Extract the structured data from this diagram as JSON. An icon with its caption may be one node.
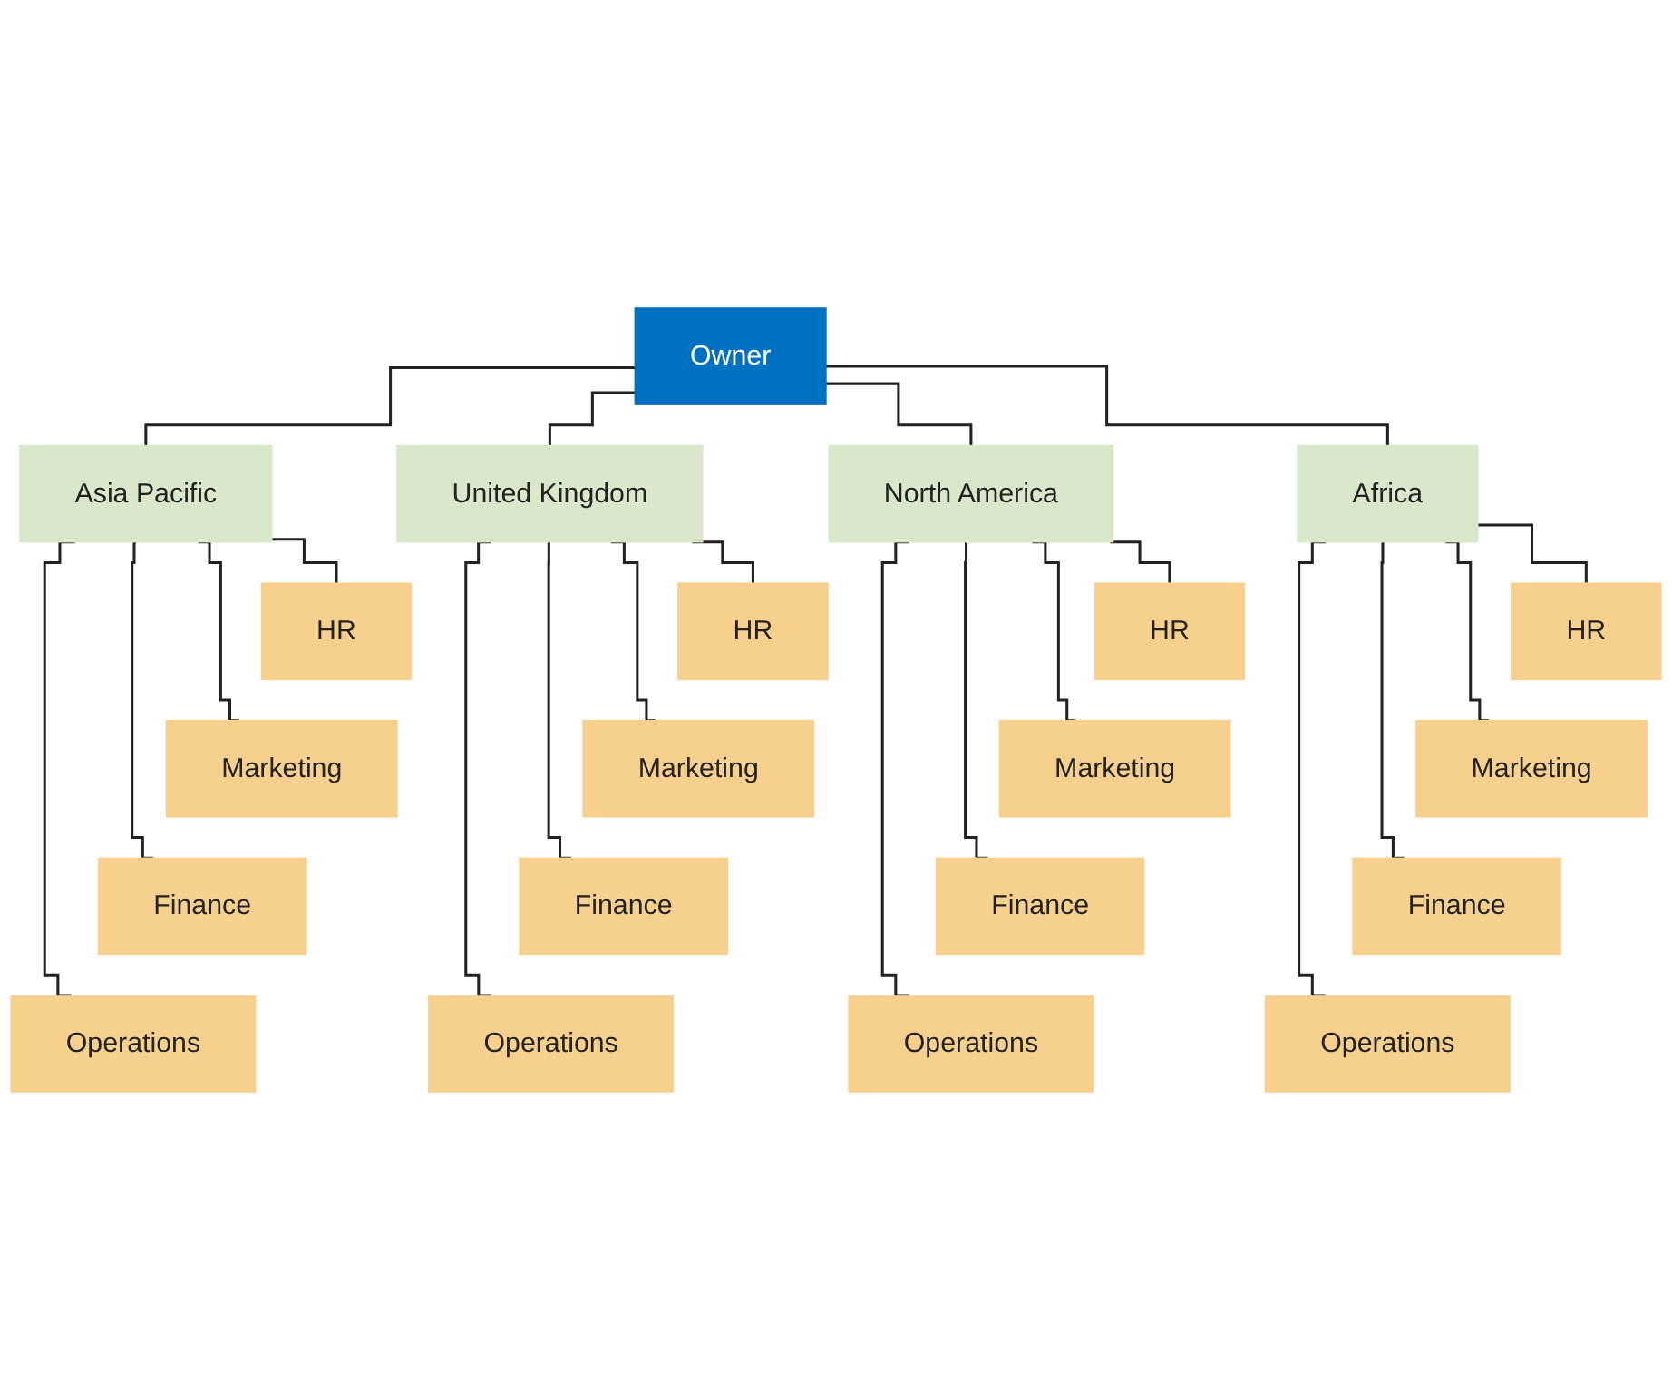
{
  "diagram": {
    "nodes": [
      {
        "text": [
          "Owner"
        ]
      },
      {
        "text": [
          "Asia Pacific"
        ]
      },
      {
        "text": [
          "United Kingdom"
        ]
      },
      {
        "text": [
          "North America"
        ]
      },
      {
        "text": [
          "Africa"
        ]
      },
      {
        "text": [
          "HR"
        ]
      },
      {
        "text": [
          "HR"
        ]
      },
      {
        "text": [
          "HR"
        ]
      },
      {
        "text": [
          "HR"
        ]
      },
      {
        "text": [
          "Marketing"
        ]
      },
      {
        "text": [
          "Marketing"
        ]
      },
      {
        "text": [
          "Marketing"
        ]
      },
      {
        "text": [
          "Marketing"
        ]
      },
      {
        "text": [
          "Finance"
        ]
      },
      {
        "text": [
          "Finance"
        ]
      },
      {
        "text": [
          "Finance"
        ]
      },
      {
        "text": [
          "Finance"
        ]
      },
      {
        "text": [
          "Operations"
        ]
      },
      {
        "text": [
          "Operations"
        ]
      },
      {
        "text": [
          "Operations"
        ]
      },
      {
        "text": [
          "Operations"
        ]
      }
    ],
    "edges": [
      {
        "from": 0,
        "to": 1,
        "arrow": "none"
      },
      {
        "from": 0,
        "to": 2,
        "arrow": "none"
      },
      {
        "from": 0,
        "to": 3,
        "arrow": "none"
      },
      {
        "from": 0,
        "to": 4,
        "arrow": "none"
      },
      {
        "from": 1,
        "to": 5,
        "arrow": "none"
      },
      {
        "from": 1,
        "to": 9,
        "arrow": "none"
      },
      {
        "from": 1,
        "to": 13,
        "arrow": "none"
      },
      {
        "from": 1,
        "to": 17,
        "arrow": "none"
      },
      {
        "from": 2,
        "to": 6,
        "arrow": "none"
      },
      {
        "from": 2,
        "to": 10,
        "arrow": "none"
      },
      {
        "from": 2,
        "to": 14,
        "arrow": "none"
      },
      {
        "from": 2,
        "to": 18,
        "arrow": "none"
      },
      {
        "from": 3,
        "to": 7,
        "arrow": "none"
      },
      {
        "from": 3,
        "to": 11,
        "arrow": "none"
      },
      {
        "from": 3,
        "to": 15,
        "arrow": "none"
      },
      {
        "from": 3,
        "to": 19,
        "arrow": "none"
      },
      {
        "from": 4,
        "to": 8,
        "arrow": "none"
      },
      {
        "from": 4,
        "to": 12,
        "arrow": "none"
      },
      {
        "from": 4,
        "to": 16,
        "arrow": "none"
      },
      {
        "from": 4,
        "to": 20,
        "arrow": "none"
      }
    ]
  }
}
